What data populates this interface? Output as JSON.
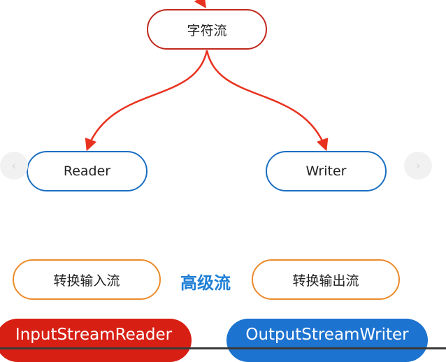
{
  "diagram": {
    "root": {
      "label": "字符流"
    },
    "reader": {
      "label": "Reader"
    },
    "writer": {
      "label": "Writer"
    },
    "input_converter": {
      "label": "转换输入流"
    },
    "advanced_label": "高级流",
    "output_converter": {
      "label": "转换输出流"
    },
    "input_stream_reader": {
      "label": "InputStreamReader"
    },
    "output_stream_writer": {
      "label": "OutputStreamWriter"
    }
  },
  "navigation": {
    "prev_icon": "‹",
    "next_icon": "›"
  },
  "colors": {
    "connector": "#e8321f",
    "root_border": "#c0281c",
    "class_border": "#1b6fc2",
    "converter_border": "#ec8a2b",
    "advanced_text": "#1f7fd6",
    "input_pill": "#d71f14",
    "output_pill": "#1d73d0"
  }
}
